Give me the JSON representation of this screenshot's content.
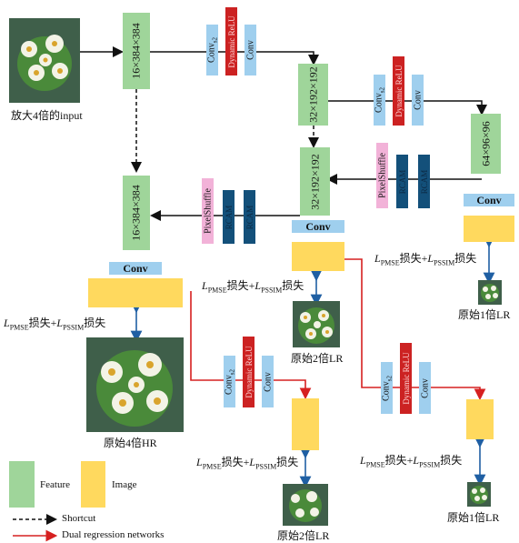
{
  "feature_labels": {
    "f16_top": "16×384×384",
    "f32_top": "32×192×192",
    "f64": "64×96×96",
    "f32_mid": "32×192×192",
    "f16_mid": "16×384×384"
  },
  "layer_labels": {
    "conv_s2": "Conv",
    "s2_sub": "s2",
    "dynamic_relu": "Dynamic ReLU",
    "conv": "Conv",
    "pixelshuffle": "PixelShuffle",
    "rcam": "RCAM"
  },
  "conv_block_label": "Conv",
  "loss": {
    "L": "L",
    "pmse_sub": "PMSE",
    "pssim_sub": "PSSIM",
    "sun1": "损失+",
    "sun2": "损失"
  },
  "captions": {
    "input": "放大4倍的input",
    "lr2_mid": "原始2倍LR",
    "lr1_right": "原始1倍LR",
    "hr4": "原始4倍HR",
    "lr2_bottom": "原始2倍LR",
    "lr1_bottom": "原始1倍LR"
  },
  "legend": {
    "feature": "Feature",
    "image": "Image",
    "shortcut": "Shortcut",
    "dual": "Dual regression networks"
  },
  "colors": {
    "feature": "#9fd59a",
    "image": "#ffd95e",
    "conv": "#9fcfee",
    "dynamic_relu": "#cc2222",
    "rcam": "#13507a",
    "pixelshuffle": "#f2b2d8",
    "loss_arrow": "#1f5fa3",
    "dual_arrow": "#d62020"
  },
  "icons": {
    "photo": "flower-photo"
  }
}
